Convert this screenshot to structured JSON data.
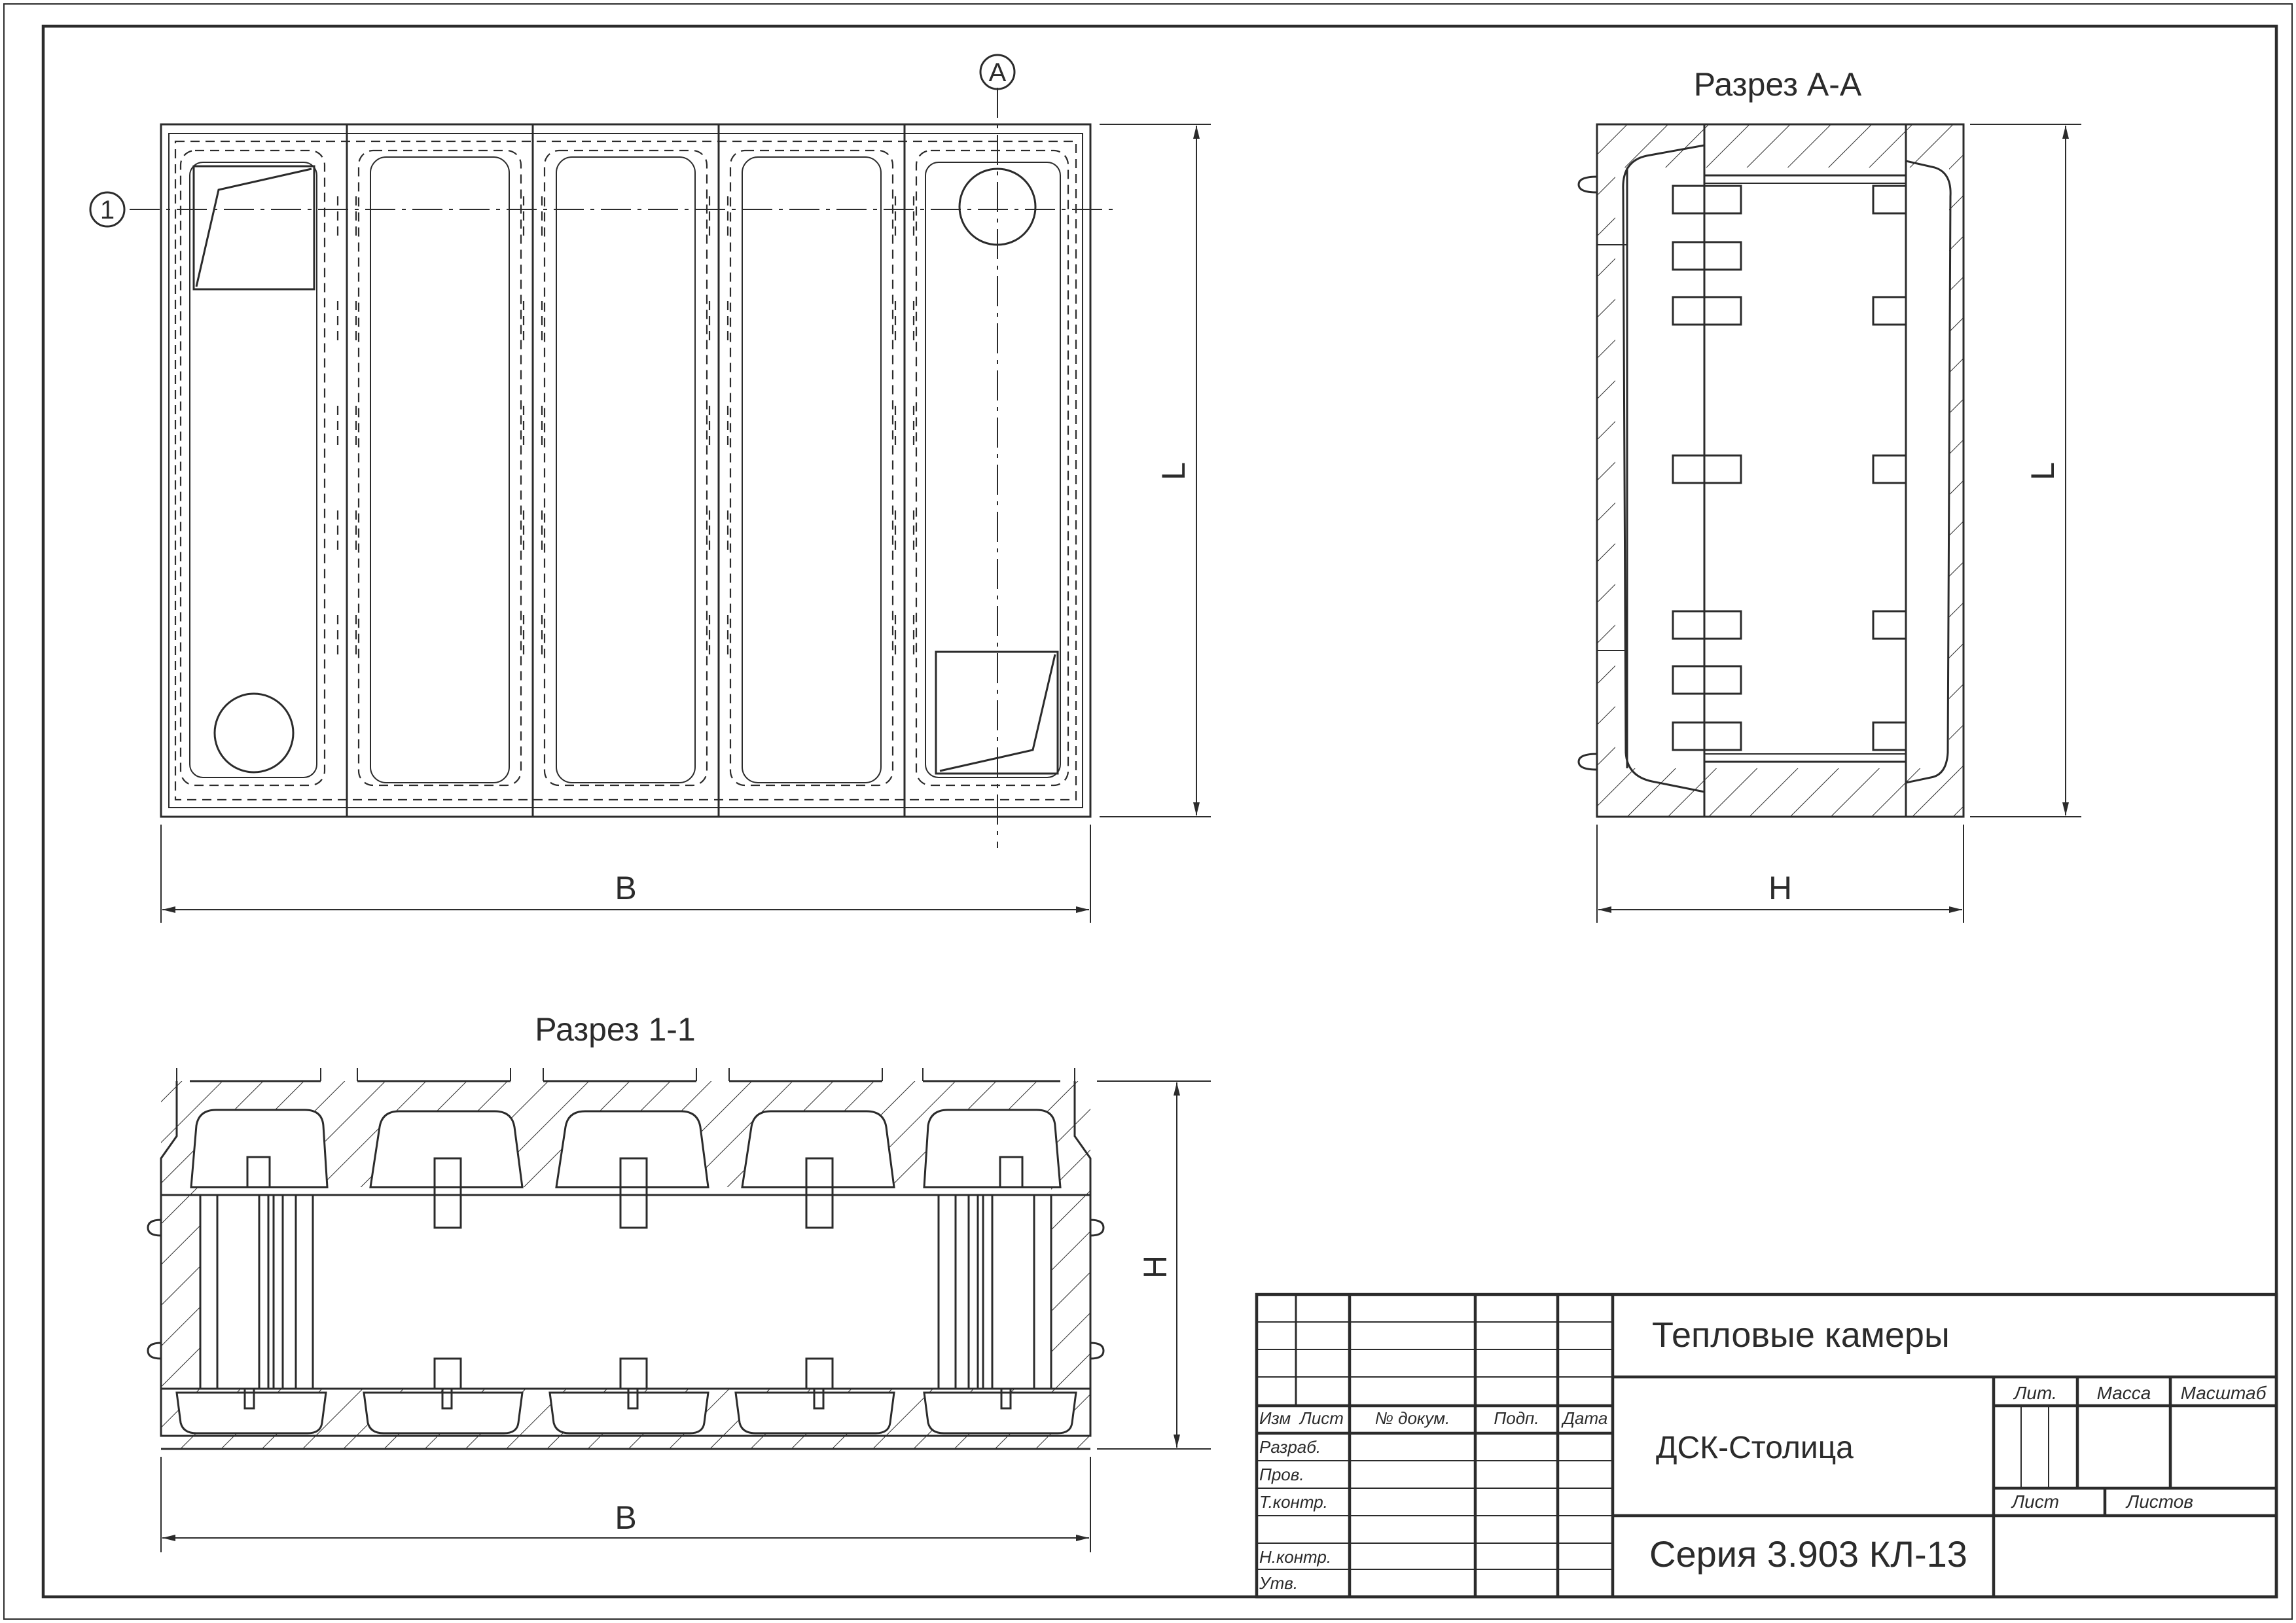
{
  "drawing": {
    "plan_view": {
      "dim_width": "B",
      "dim_length": "L",
      "marker_section_a": "А",
      "marker_section_1": "1"
    },
    "section_aa": {
      "title": "Разрез А-А",
      "dim_height": "H",
      "dim_length": "L"
    },
    "section_11": {
      "title": "Разрез 1-1",
      "dim_width": "B",
      "dim_height": "H"
    }
  },
  "title_block": {
    "col_izm": "Изм",
    "col_list": "Лист",
    "col_docnum": "№ докум.",
    "col_sign": "Подп.",
    "col_date": "Дата",
    "row_razrab": "Разраб.",
    "row_prov": "Пров.",
    "row_tkontr": "Т.контр.",
    "row_nkontr": "Н.контр.",
    "row_utv": "Утв.",
    "title": "Тепловые камеры",
    "organization": "ДСК-Столица",
    "designation": "Серия 3.903 КЛ-13",
    "lit": "Лит.",
    "mass": "Масса",
    "scale": "Масштаб",
    "sheet": "Лист",
    "sheets": "Листов"
  }
}
